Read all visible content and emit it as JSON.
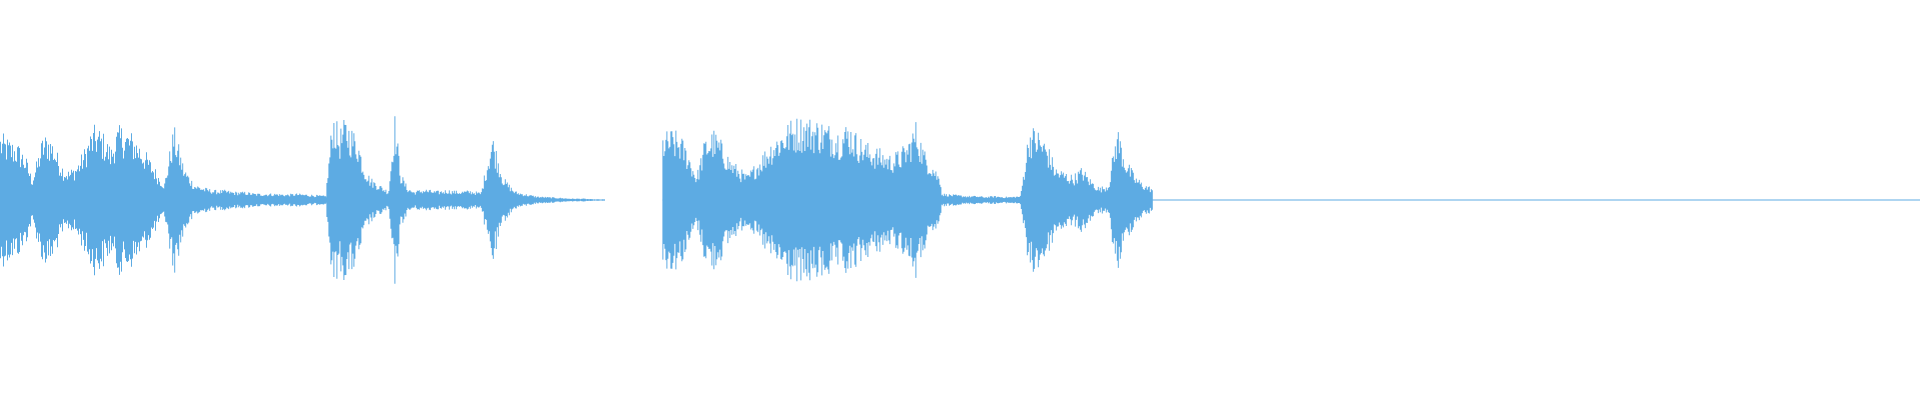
{
  "waveform": {
    "color": "#5dabe3",
    "background": "#ffffff",
    "duration_units": 1000,
    "segments": [
      {
        "name": "segment-1",
        "start": 0,
        "end": 85,
        "amp": 0.45,
        "envelope": [
          0.9,
          0.85,
          0.8,
          0.78,
          0.7,
          0.55,
          0.3,
          0.55,
          0.85,
          0.9,
          0.8,
          0.6,
          0.45,
          0.4,
          0.45,
          0.55,
          0.7,
          0.9,
          1.0,
          0.95,
          0.85,
          0.7,
          0.95,
          1.0,
          0.95,
          0.9,
          0.82,
          0.72,
          0.6,
          0.48,
          0.35,
          0.25
        ]
      },
      {
        "name": "segment-2",
        "start": 85,
        "end": 170,
        "amp": 0.5,
        "envelope": [
          0.15,
          0.9,
          0.4,
          0.2,
          0.15,
          0.12,
          0.12,
          0.1,
          0.1,
          0.08,
          0.08,
          0.08,
          0.07,
          0.08,
          0.07,
          0.06,
          0.05
        ]
      },
      {
        "name": "segment-3",
        "start": 170,
        "end": 215,
        "amp": 0.55,
        "envelope": [
          0.2,
          1.0,
          0.75,
          0.9,
          0.8,
          0.7,
          0.4,
          0.25,
          0.2,
          0.15,
          0.1,
          0.95,
          0.3,
          0.15,
          0.1
        ]
      },
      {
        "name": "segment-4",
        "start": 215,
        "end": 315,
        "amp": 0.45,
        "envelope": [
          0.12,
          0.15,
          0.12,
          0.14,
          0.12,
          0.13,
          0.1,
          0.9,
          0.3,
          0.12,
          0.08,
          0.05,
          0.04,
          0.03,
          0.02,
          0.02,
          0.01,
          0.01
        ]
      },
      {
        "name": "gap",
        "start": 315,
        "end": 345,
        "amp": 0.0,
        "envelope": [
          0
        ]
      },
      {
        "name": "segment-5",
        "start": 345,
        "end": 490,
        "amp": 0.5,
        "envelope": [
          0.8,
          0.85,
          0.8,
          0.6,
          0.3,
          0.75,
          0.85,
          0.7,
          0.5,
          0.4,
          0.3,
          0.45,
          0.6,
          0.75,
          0.85,
          0.95,
          1.0,
          1.0,
          0.98,
          0.95,
          0.9,
          0.85,
          0.95,
          0.8,
          0.7,
          0.65,
          0.6,
          0.55,
          0.6,
          0.7,
          0.95,
          0.6,
          0.45,
          0.25
        ]
      },
      {
        "name": "segment-6",
        "start": 490,
        "end": 600,
        "amp": 0.5,
        "envelope": [
          0.08,
          0.07,
          0.06,
          0.05,
          0.05,
          0.04,
          0.05,
          0.04,
          0.04,
          0.05,
          0.9,
          0.85,
          0.7,
          0.4,
          0.35,
          0.3,
          0.4,
          0.25,
          0.15,
          0.2,
          0.9,
          0.5,
          0.3,
          0.2,
          0.15
        ]
      }
    ]
  }
}
